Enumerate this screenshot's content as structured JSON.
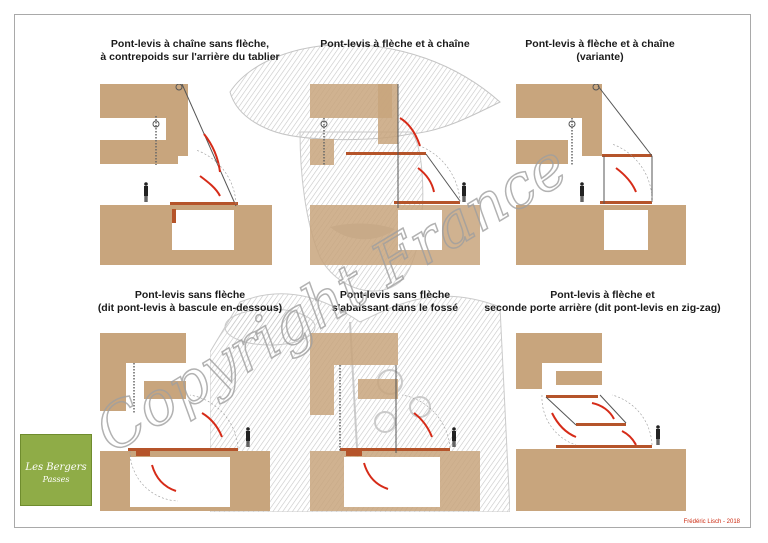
{
  "panels": [
    {
      "id": "p1",
      "title_lines": [
        "Pont-levis à chaîne sans flèche,",
        "à contrepoids sur l'arrière du tablier"
      ],
      "variant": "counterweight_chain"
    },
    {
      "id": "p2",
      "title_lines": [
        "Pont-levis à flèche et à chaîne"
      ],
      "variant": "fleche_chain"
    },
    {
      "id": "p3",
      "title_lines": [
        "Pont-levis à flèche et à chaîne",
        "(variante)"
      ],
      "variant": "fleche_chain_variant"
    },
    {
      "id": "p4",
      "title_lines": [
        "Pont-levis sans flèche",
        "(dit pont-levis à bascule en-dessous)"
      ],
      "variant": "bascule_below"
    },
    {
      "id": "p5",
      "title_lines": [
        "Pont-levis sans flèche",
        "s'abaissant dans le fossé"
      ],
      "variant": "into_ditch"
    },
    {
      "id": "p6",
      "title_lines": [
        "Pont-levis à flèche et",
        "seconde porte arrière (dit pont-levis en zig-zag)"
      ],
      "variant": "zigzag"
    }
  ],
  "credit": "Frédéric Lisch - 2018",
  "logo": {
    "line1": "Les Bergers",
    "line2": "Passes"
  },
  "watermark": "Copyright France",
  "colors": {
    "stone": "#c8a57d",
    "stone_dark": "#a98860",
    "deck": "#b5542a",
    "arrow": "#d62b18",
    "void": "#ffffff",
    "line": "#555555"
  },
  "icons": [
    "soldier-figure-icon",
    "chain-icon",
    "pulley-icon",
    "motion-arrow-icon"
  ]
}
